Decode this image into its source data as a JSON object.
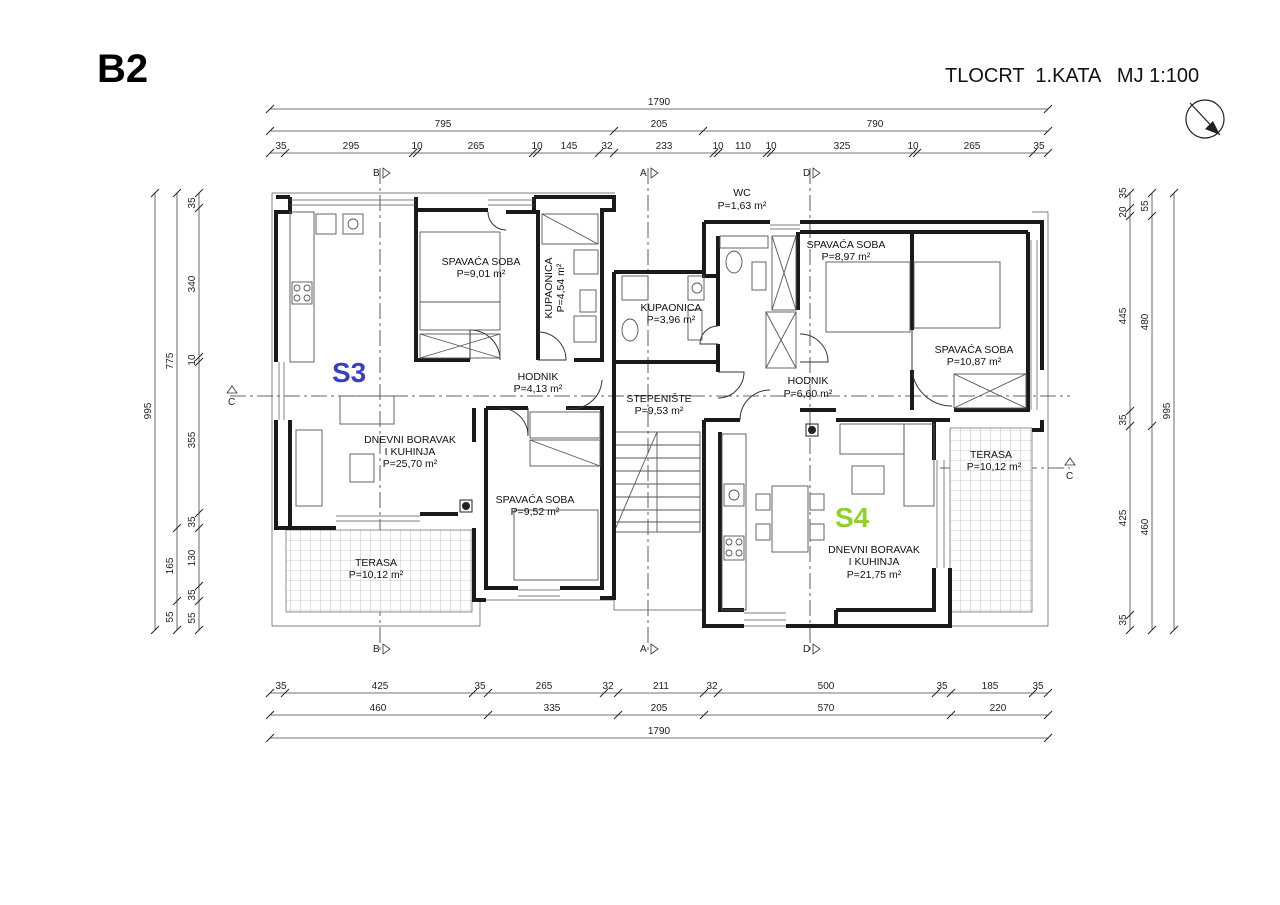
{
  "header": {
    "building": "B2",
    "title": "TLOCRT  1.KATA   MJ 1:100"
  },
  "units": {
    "s3": {
      "label": "S3",
      "color": "#3a3fbf"
    },
    "s4": {
      "label": "S4",
      "color": "#8fd12a"
    }
  },
  "rooms": {
    "s3_bed1": {
      "name": "SPAVAĆA SOBA",
      "area": "P=9,01 m²"
    },
    "s3_bath": {
      "name": "KUPAONICA",
      "area": "P=4,54 m²"
    },
    "s3_hall": {
      "name": "HODNIK",
      "area": "P=4,13 m²"
    },
    "s3_living": {
      "name1": "DNEVNI BORAVAK",
      "name2": "I KUHINJA",
      "area": "P=25,70 m²"
    },
    "s3_bed2": {
      "name": "SPAVAĆA SOBA",
      "area": "P=9,52 m²"
    },
    "s3_terrace": {
      "name": "TERASA",
      "area": "P=10,12 m²"
    },
    "stair": {
      "name": "STEPENIŠTE",
      "area": "P=9,53 m²"
    },
    "s4_bath": {
      "name": "KUPAONICA",
      "area": "P=3,96 m²"
    },
    "s4_wc": {
      "name": "WC",
      "area": "P=1,63 m²"
    },
    "s4_bed1": {
      "name": "SPAVAĆA SOBA",
      "area": "P=8,97 m²"
    },
    "s4_bed2": {
      "name": "SPAVAĆA SOBA",
      "area": "P=10,87 m²"
    },
    "s4_hall": {
      "name": "HODNIK",
      "area": "P=6,60 m²"
    },
    "s4_terrace": {
      "name": "TERASA",
      "area": "P=10,12 m²"
    },
    "s4_living": {
      "name1": "DNEVNI BORAVAK",
      "name2": "I KUHINJA",
      "area": "P=21,75 m²"
    }
  },
  "sections": {
    "a": "A",
    "b": "B",
    "c": "C",
    "d": "D"
  },
  "dims": {
    "top_total": "1790",
    "top_mid": [
      "795",
      "205",
      "790"
    ],
    "top_detail": [
      "35",
      "295",
      "10",
      "265",
      "10",
      "145",
      "32",
      "233",
      "10",
      "110",
      "10",
      "325",
      "10",
      "265",
      "35"
    ],
    "bottom_detail": [
      "35",
      "425",
      "35",
      "265",
      "32",
      "211",
      "32",
      "500",
      "35",
      "185",
      "35"
    ],
    "bottom_mid": [
      "460",
      "335",
      "205",
      "570",
      "220"
    ],
    "bottom_total": "1790",
    "left_outer": "995",
    "left_mid": [
      "775",
      "165",
      "55"
    ],
    "left_inner": [
      "35",
      "340",
      "10",
      "355",
      "35",
      "130",
      "35",
      "55"
    ],
    "right_inner": [
      "35",
      "20",
      "445",
      "35",
      "425",
      "35"
    ],
    "right_mid": [
      "55",
      "480",
      "460"
    ],
    "right_outer": "995"
  }
}
